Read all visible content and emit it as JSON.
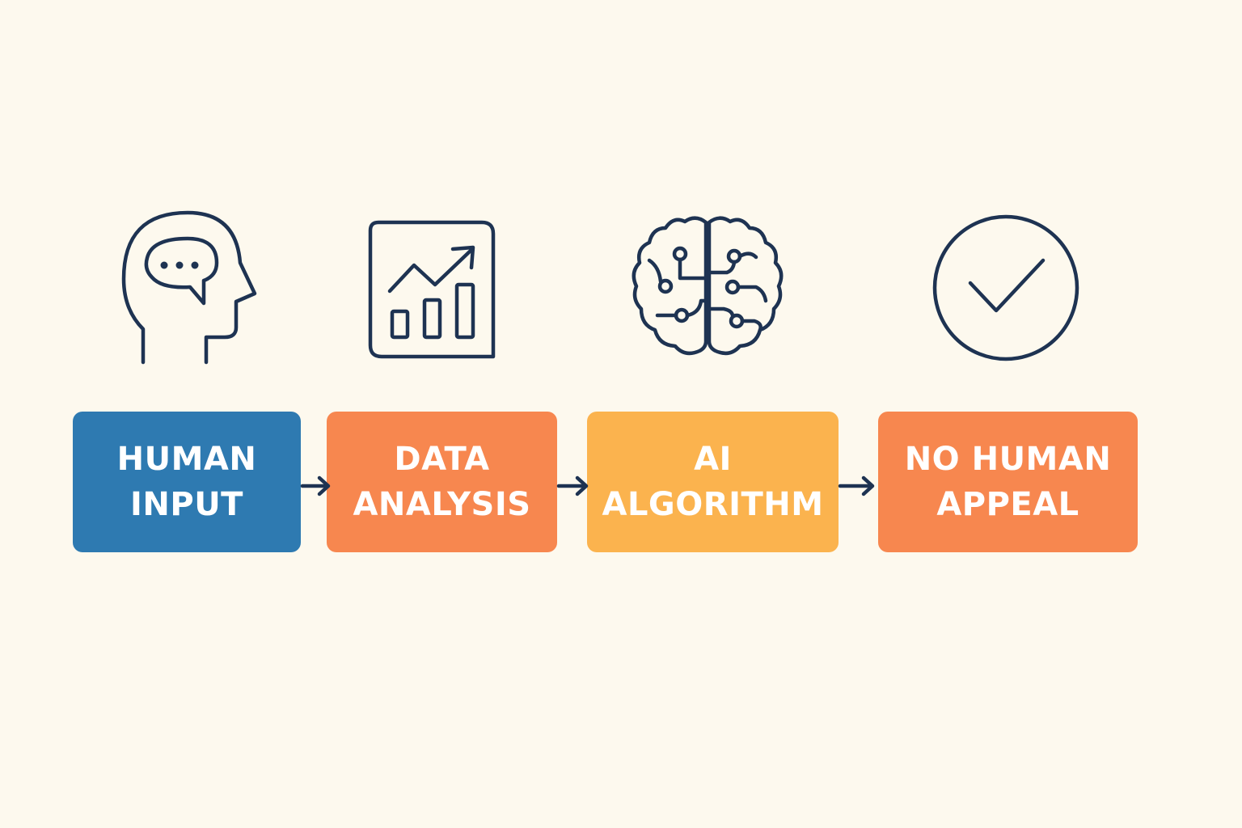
{
  "colors": {
    "background": "#FDF9EE",
    "icon_stroke": "#1E3352",
    "text": "#FFFFFF"
  },
  "steps": [
    {
      "line1": "HUMAN",
      "line2": "INPUT",
      "color": "#2E7AB1",
      "icon": "human-head-speech-icon"
    },
    {
      "line1": "DATA",
      "line2": "ANALYSIS",
      "color": "#F7874F",
      "icon": "chart-growth-icon"
    },
    {
      "line1": "AI",
      "line2": "ALGORITHM",
      "color": "#FBB34E",
      "icon": "brain-circuit-icon"
    },
    {
      "line1": "NO HUMAN",
      "line2": "APPEAL",
      "color": "#F7874F",
      "icon": "check-circle-icon"
    }
  ],
  "connectors": [
    "arrow-right-icon",
    "arrow-right-icon",
    "arrow-right-icon"
  ]
}
